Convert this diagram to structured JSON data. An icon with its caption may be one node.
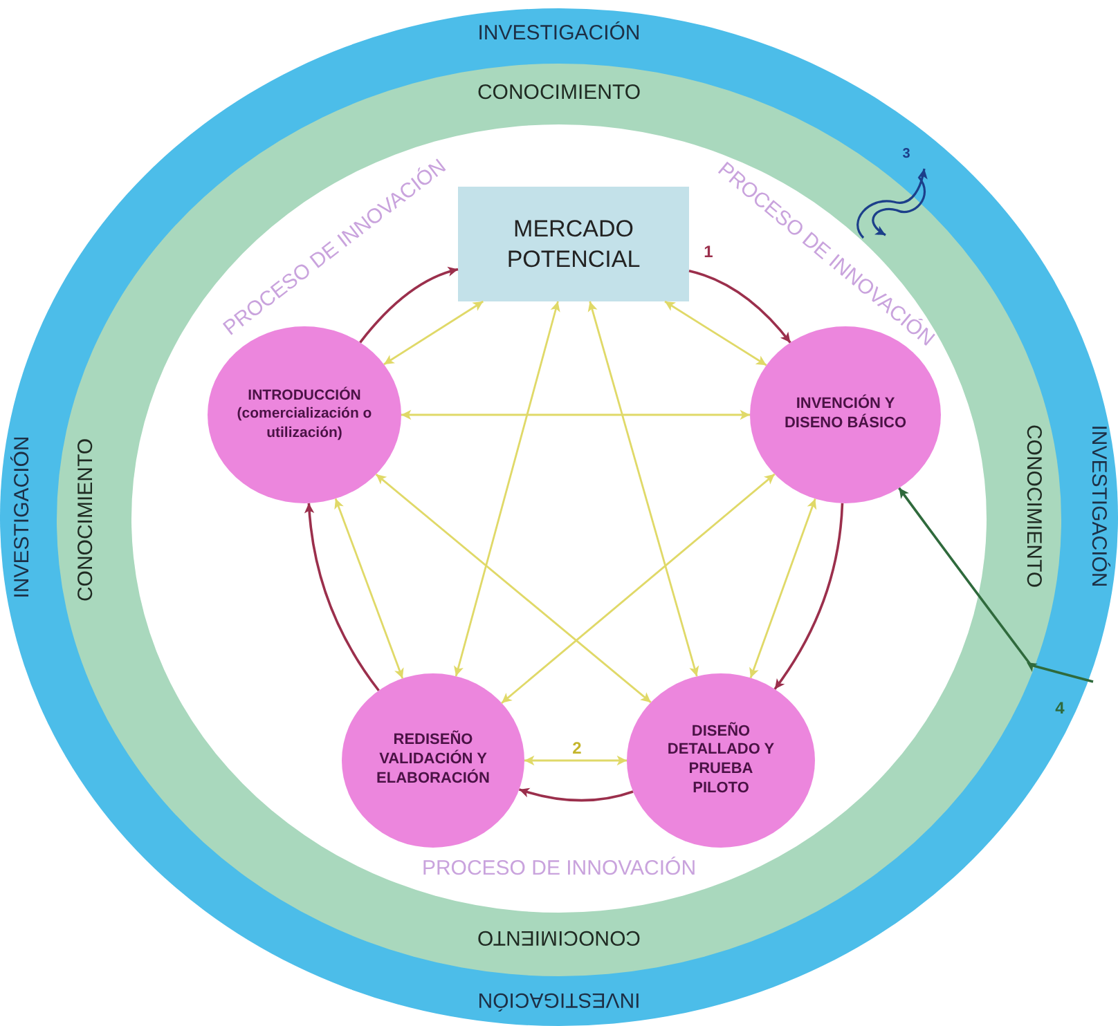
{
  "diagram": {
    "nodes": [
      {
        "text": [
          "INVESTIGACIÓN",
          "INVESTIGACIÓN",
          "INVESTIGACIÓN",
          "INVESTIGACIÓN"
        ]
      },
      {
        "text": [
          "CONOCIMIENTO",
          "CONOCIMIENTO",
          "CONOCIMIENTO",
          "CONOCIMIENTO"
        ],
        "in": 0
      },
      {
        "text": [
          "PROCESO DE INNOVACIÓN",
          "PROCESO DE INNOVACIÓN",
          "PROCESO DE INNOVACIÓN"
        ],
        "in": 1
      },
      {
        "text": [
          "MERCADO POTENCIAL"
        ],
        "in": 2
      },
      {
        "text": [
          "INVENCIÓN Y DISENO BÁSICO"
        ],
        "in": 2
      },
      {
        "text": [
          "DISEÑO DETALLADO Y PRUEBA PILOTO"
        ],
        "in": 2
      },
      {
        "text": [
          "REDISEÑO VALIDACIÓN Y ELABORACIÓN"
        ],
        "in": 2
      },
      {
        "text": [
          "INTRODUCCIÓN (comercialización o utilización)"
        ],
        "in": 2
      }
    ],
    "edges": [
      {
        "from": 3,
        "to": 4,
        "arrow": "to",
        "label": "1",
        "color": "#9b2f4c"
      },
      {
        "from": 4,
        "to": 5,
        "arrow": "to",
        "color": "#9b2f4c"
      },
      {
        "from": 5,
        "to": 6,
        "arrow": "to",
        "color": "#9b2f4c"
      },
      {
        "from": 6,
        "to": 7,
        "arrow": "to",
        "color": "#9b2f4c"
      },
      {
        "from": 7,
        "to": 3,
        "arrow": "to",
        "color": "#9b2f4c"
      },
      {
        "from": 3,
        "to": 4,
        "arrow": "both"
      },
      {
        "from": 3,
        "to": 5,
        "arrow": "both"
      },
      {
        "from": 3,
        "to": 6,
        "arrow": "both"
      },
      {
        "from": 3,
        "to": 7,
        "arrow": "both"
      },
      {
        "from": 4,
        "to": 5,
        "arrow": "both"
      },
      {
        "from": 4,
        "to": 6,
        "arrow": "both"
      },
      {
        "from": 4,
        "to": 7,
        "arrow": "both"
      },
      {
        "from": 5,
        "to": 6,
        "arrow": "both",
        "label": "2"
      },
      {
        "from": 5,
        "to": 7,
        "arrow": "both"
      },
      {
        "from": 6,
        "to": 7,
        "arrow": "both"
      },
      {
        "from": null,
        "to": 4,
        "arrow": "to",
        "label": "4",
        "color": "#2f6a3c"
      }
    ],
    "labels": [
      "3"
    ]
  }
}
